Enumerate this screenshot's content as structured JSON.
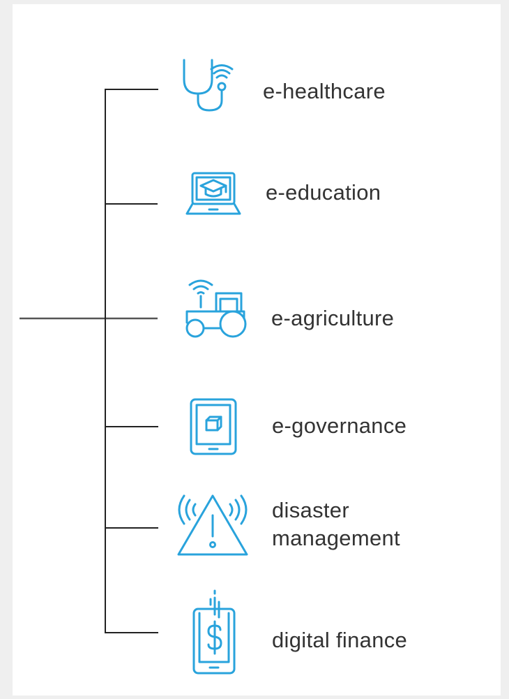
{
  "colors": {
    "icon_blue": "#29a3dc",
    "line": "#222222",
    "text": "#333333",
    "background": "#efefef",
    "panel": "#ffffff"
  },
  "items": [
    {
      "icon": "stethoscope-wifi-icon",
      "label": "e-healthcare"
    },
    {
      "icon": "laptop-graduation-cap-icon",
      "label": "e-education"
    },
    {
      "icon": "tractor-wifi-icon",
      "label": "e-agriculture"
    },
    {
      "icon": "tablet-cube-icon",
      "label": "e-governance"
    },
    {
      "icon": "warning-triangle-wifi-icon",
      "label_line1": "disaster",
      "label_line2": "management"
    },
    {
      "icon": "phone-dollar-icon",
      "label": "digital finance"
    }
  ]
}
